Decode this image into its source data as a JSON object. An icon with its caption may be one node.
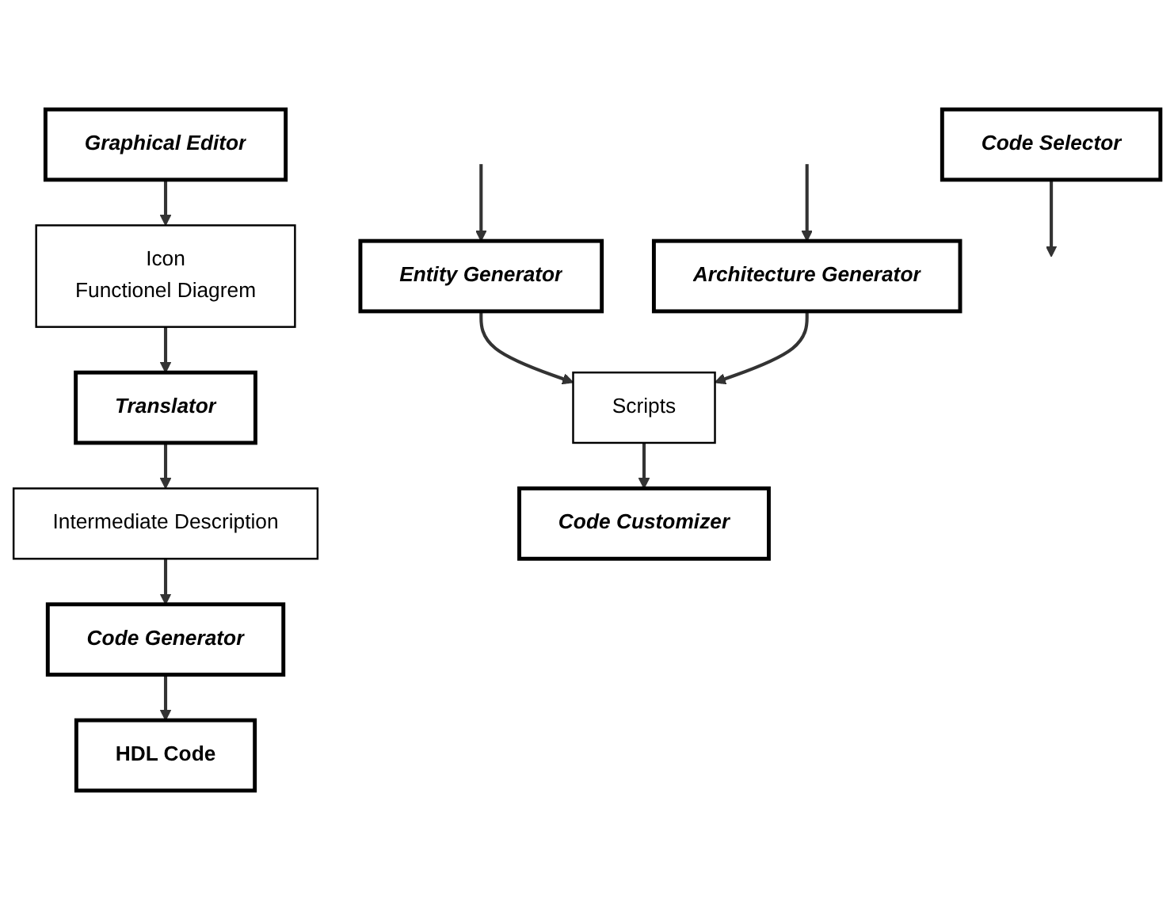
{
  "diagram": {
    "nodes": [
      {
        "text": [
          "Graphical Editor"
        ]
      },
      {
        "text": [
          "Icon",
          "Functionel Diagrem"
        ]
      },
      {
        "text": [
          "Translator"
        ]
      },
      {
        "text": [
          "Intermediate Description"
        ]
      },
      {
        "text": [
          "Code Generator"
        ]
      },
      {
        "text": [
          "HDL Code"
        ]
      },
      {
        "text": [
          "Entity Generator"
        ]
      },
      {
        "text": [
          "Architecture Generator"
        ]
      },
      {
        "text": [
          "Scripts"
        ]
      },
      {
        "text": [
          "Code Customizer"
        ]
      },
      {
        "text": [
          "Code Selector"
        ]
      }
    ],
    "edges": [
      {
        "from": 0,
        "to": 1,
        "arrow": "to"
      },
      {
        "from": 1,
        "to": 2,
        "arrow": "to"
      },
      {
        "from": 2,
        "to": 3,
        "arrow": "to"
      },
      {
        "from": 3,
        "to": 4,
        "arrow": "to"
      },
      {
        "from": 4,
        "to": 5,
        "arrow": "to"
      },
      {
        "from": null,
        "to": 6,
        "arrow": "to"
      },
      {
        "from": null,
        "to": 7,
        "arrow": "to"
      },
      {
        "from": 6,
        "to": 8,
        "arrow": "to"
      },
      {
        "from": 7,
        "to": 8,
        "arrow": "to"
      },
      {
        "from": 8,
        "to": 9,
        "arrow": "to"
      },
      {
        "from": 10,
        "to": null,
        "arrow": "to"
      }
    ]
  }
}
